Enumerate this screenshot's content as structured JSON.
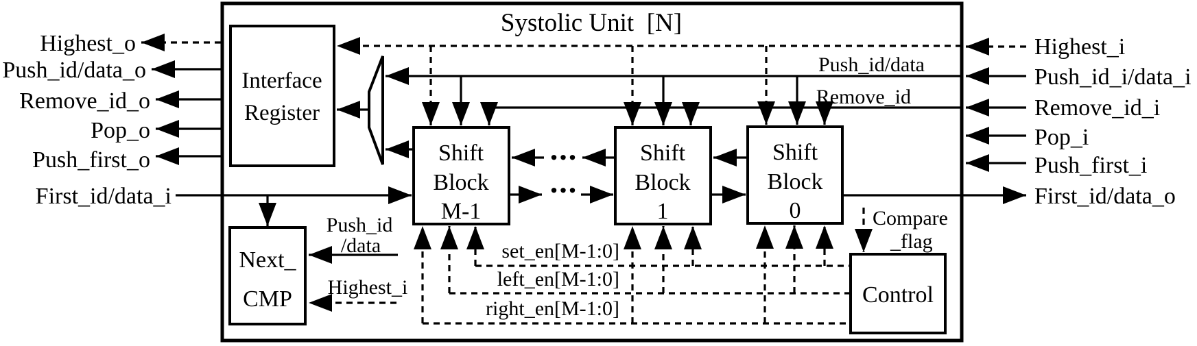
{
  "diagram": {
    "title": "Systolic Unit  [N]",
    "colors": {
      "line": "#000000",
      "background": "#ffffff"
    },
    "blocks": {
      "interface_register": {
        "line1": "Interface",
        "line2": "Register"
      },
      "next_cmp": {
        "line1": "Next_",
        "line2": "CMP"
      },
      "shift_block_m1": {
        "line1": "Shift",
        "line2": "Block",
        "line3": "M-1"
      },
      "shift_block_1": {
        "line1": "Shift",
        "line2": "Block",
        "line3": "1"
      },
      "shift_block_0": {
        "line1": "Shift",
        "line2": "Block",
        "line3": "0"
      },
      "control": {
        "label": "Control"
      }
    },
    "left_ports": {
      "highest_o": "Highest_o",
      "push_id_data_o": "Push_id/data_o",
      "remove_id_o": "Remove_id_o",
      "pop_o": "Pop_o",
      "push_first_o": "Push_first_o",
      "first_id_data_i": "First_id/data_i"
    },
    "right_ports": {
      "highest_i": "Highest_i",
      "push_id_i_data_i": "Push_id_i/data_i",
      "remove_id_i": "Remove_id_i",
      "pop_i": "Pop_i",
      "push_first_i": "Push_first_i",
      "first_id_data_o": "First_id/data_o"
    },
    "internal_labels": {
      "push_id_data_bus": "Push_id/data",
      "remove_id_bus": "Remove_id",
      "set_en": "set_en[M-1:0]",
      "left_en": "left_en[M-1:0]",
      "right_en": "right_en[M-1:0]",
      "compare_flag_line1": "Compare",
      "compare_flag_line2": "_flag",
      "next_cmp_push_line1": "Push_id",
      "next_cmp_push_line2": "/data",
      "next_cmp_highest": "Highest_i",
      "ellipsis": "..."
    }
  }
}
